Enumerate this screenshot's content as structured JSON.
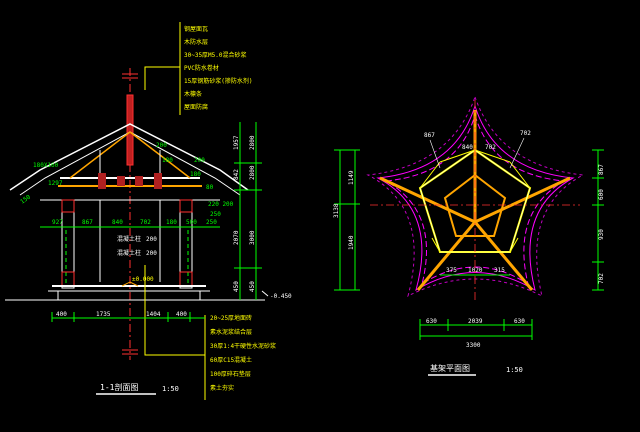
{
  "colors": {
    "background": "#000000",
    "structure": "#ffffff",
    "dimension": "#00ff00",
    "leader": "#ffff00",
    "axis": "#ff0000",
    "ring_magenta": "#ff00ff",
    "beam_orange": "#ffa500"
  },
  "section": {
    "title": "1-1剖面图",
    "scale": "1:50",
    "material_notes_top": [
      "钢屋面瓦",
      "木防水层",
      "30~35厚M5.0混合砂浆",
      "PVC防水卷材",
      "15厚钢筋砂浆(掺防水剂)",
      "木檩条",
      "屋面防腐"
    ],
    "material_notes_bottom": [
      "20~25厚地面砖",
      "素水泥浆结合层",
      "30厚1:4干硬性水泥砂浆",
      "60厚C15混凝土",
      "100厚碎石垫层",
      "素土夯实"
    ],
    "callouts_left": [
      "180X160",
      "1297",
      "150"
    ],
    "callouts_right": [
      "200",
      "180",
      "200",
      "180",
      "80",
      "220 200",
      "250"
    ],
    "span_dims": [
      "927",
      "867",
      "840",
      "702",
      "180",
      "500",
      "250"
    ],
    "column_labels": [
      "混凝土柱",
      "混凝土柱"
    ],
    "sill_dims": [
      "200",
      "200"
    ],
    "floor_level": "±0.000",
    "ground_level": "-0.450",
    "base_dims": [
      "400",
      "1735",
      "1404",
      "400"
    ],
    "height_dims": [
      "1957",
      "2800",
      "842",
      "2800",
      "2070",
      "3000",
      "450",
      "450"
    ]
  },
  "plan": {
    "title": "基架平面图",
    "scale": "1:50",
    "callouts_top": [
      "867",
      "840",
      "702",
      "702"
    ],
    "inner_dims": [
      "375",
      "1020",
      "315"
    ],
    "bottom_dims": [
      "630",
      "2039",
      "630"
    ],
    "overall_width": "3300",
    "left_dims": [
      "1149",
      "3138",
      "1940"
    ],
    "right_dims": [
      "867",
      "600",
      "930",
      "702"
    ]
  }
}
